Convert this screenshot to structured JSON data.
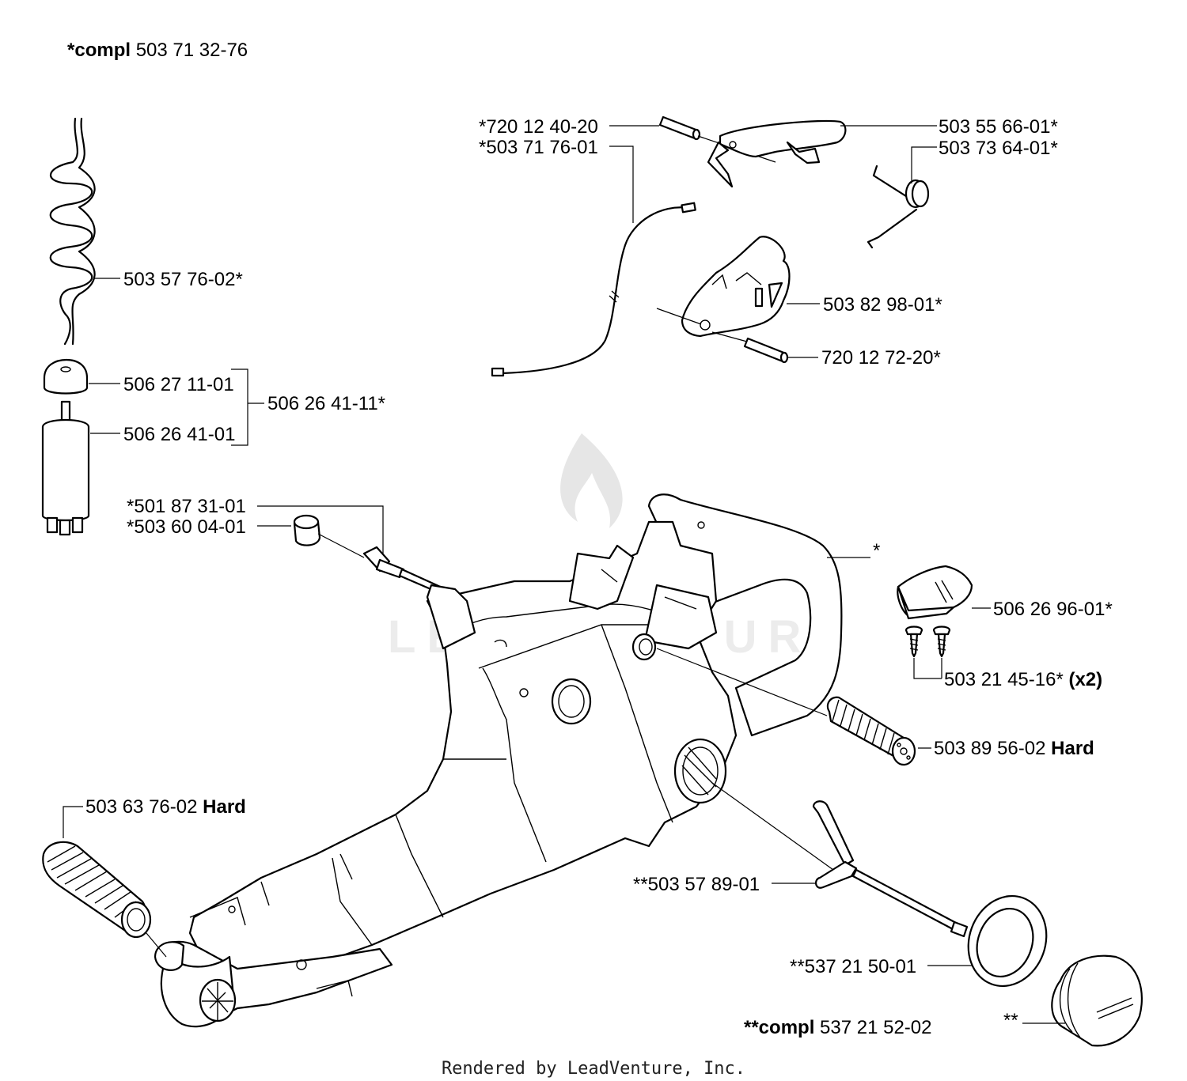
{
  "labels": {
    "compl_top": {
      "prefix": "*compl",
      "number": "503 71 32-76"
    },
    "fuel_hose": "503 57 76-02*",
    "filter_cap": "506 27 11-01",
    "filter_body": "506 26 41-01",
    "filter_kit": "506 26 41-11*",
    "pin_top": "*720 12 40-20",
    "cable": "*503 71 76-01",
    "throttle_trigger": "503 55 66-01*",
    "spring": "503 73 64-01*",
    "lockout": "503 82 98-01*",
    "pin_lower": "720 12 72-20*",
    "stop_rod": "*501 87 31-01",
    "bushing": "*503 60 04-01",
    "handle_star": "*",
    "plate": "506 26 96-01*",
    "screws": {
      "number": "503 21 45-16*",
      "qty": "(x2)"
    },
    "damper_right": {
      "number": "503 89 56-02",
      "grade": "Hard"
    },
    "damper_left": {
      "number": "503 63 76-02",
      "grade": "Hard"
    },
    "vent": "**503 57 89-01",
    "gasket": "**537 21 50-01",
    "compl_bottom": {
      "prefix": "**compl",
      "number": "537 21 52-02"
    },
    "cap_star": "**"
  },
  "watermark": "LEADVENTURE",
  "footer": "Rendered by LeadVenture, Inc."
}
